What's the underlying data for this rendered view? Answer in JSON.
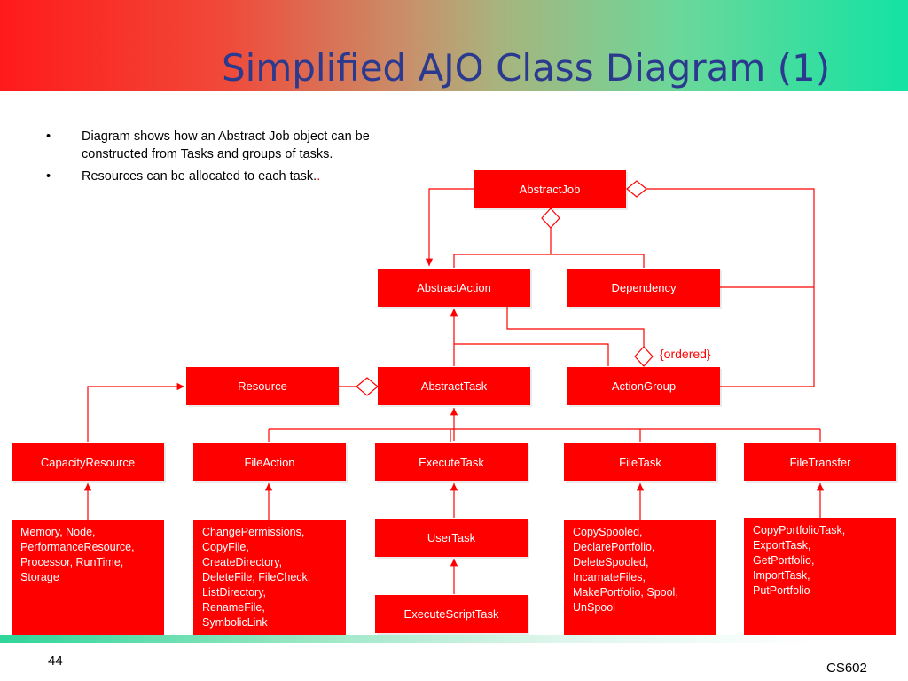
{
  "slide": {
    "title": "Simplified AJO Class Diagram (1)",
    "page_number": "44",
    "course": "CS602"
  },
  "bullets": [
    {
      "marker": "•",
      "text": "Diagram shows how an Abstract Job object can be constructed from Tasks and groups of tasks."
    },
    {
      "marker": "•",
      "text": "Resources can be allocated to each task.",
      "accent": "."
    }
  ],
  "diagram": {
    "classes": {
      "abstract_job": "AbstractJob",
      "abstract_action": "AbstractAction",
      "dependency": "Dependency",
      "resource": "Resource",
      "abstract_task": "AbstractTask",
      "action_group": "ActionGroup",
      "capacity_resource": "CapacityResource",
      "file_action": "FileAction",
      "execute_task": "ExecuteTask",
      "file_task": "FileTask",
      "file_transfer": "FileTransfer",
      "user_task": "UserTask",
      "execute_script_task": "ExecuteScriptTask"
    },
    "lists": {
      "capacity_resource": "Memory, Node,\nPerformanceResource,\nProcessor,  RunTime,\nStorage",
      "file_action": "ChangePermissions,\nCopyFile,\nCreateDirectory,\nDeleteFile, FileCheck,\nListDirectory,\nRenameFile,\nSymbolicLink",
      "file_task": "CopySpooled,\nDeclarePortfolio,\nDeleteSpooled,\nIncarnateFiles,\nMakePortfolio, Spool,\nUnSpool",
      "file_transfer": "CopyPortfolioTask,\nExportTask,\nGetPortfolio,\nImportTask,\nPutPortfolio"
    },
    "ordered_label": "{ordered}"
  },
  "colors": {
    "box_fill": "#ff0000",
    "box_text": "#ffffff",
    "connector": "#ff0000",
    "title": "#2b3a8f"
  }
}
